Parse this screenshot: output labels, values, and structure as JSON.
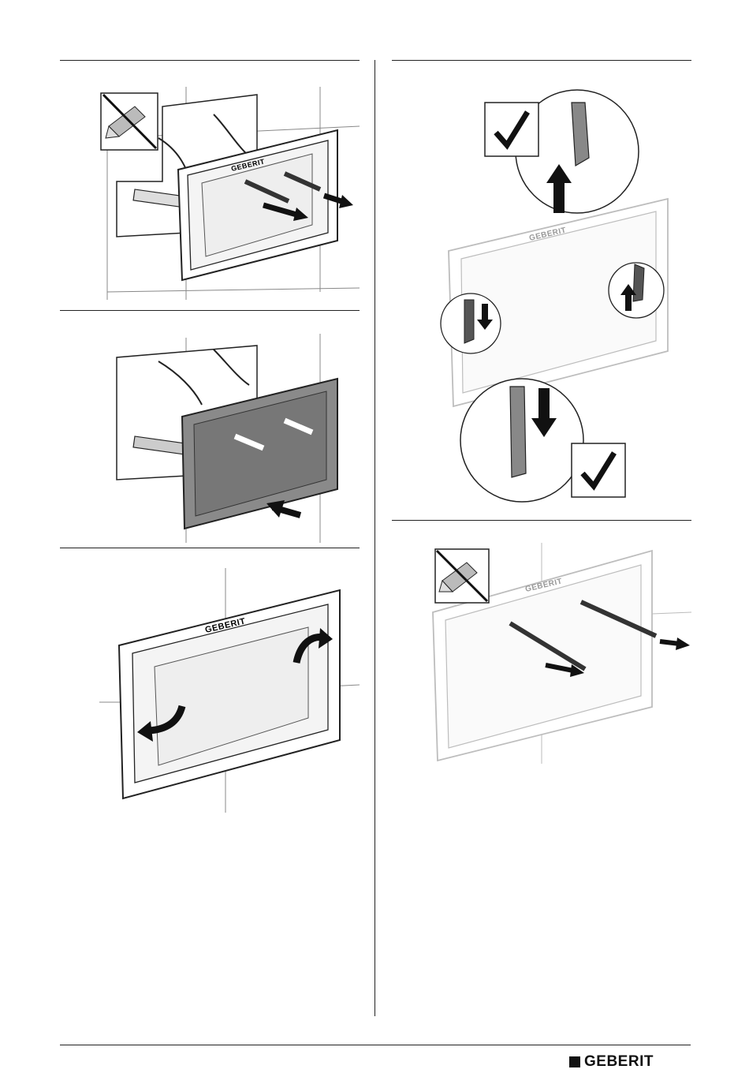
{
  "brand": {
    "name": "GEBERIT"
  },
  "steps": [
    {
      "id": "step-1",
      "logo": "GEBERIT",
      "icon": "crossed-utility-knife-icon",
      "action": "remove-protective-rods"
    },
    {
      "id": "step-2",
      "logo": "",
      "icon": "arrow-icon",
      "action": "insert-frame"
    },
    {
      "id": "step-3",
      "logo": "GEBERIT",
      "icon": "rotate-arrows-icon",
      "action": "rotate-levers"
    },
    {
      "id": "step-4",
      "logo": "GEBERIT",
      "icon": "checkmark-icon",
      "action": "check-lever-positions"
    },
    {
      "id": "step-5",
      "logo": "GEBERIT",
      "icon": "crossed-utility-knife-icon",
      "action": "remove-rods"
    }
  ],
  "colors": {
    "line": "#222222",
    "frame_fill_step2": "#8a8a8a",
    "faint": "#bdbdbd",
    "background": "#ffffff"
  }
}
